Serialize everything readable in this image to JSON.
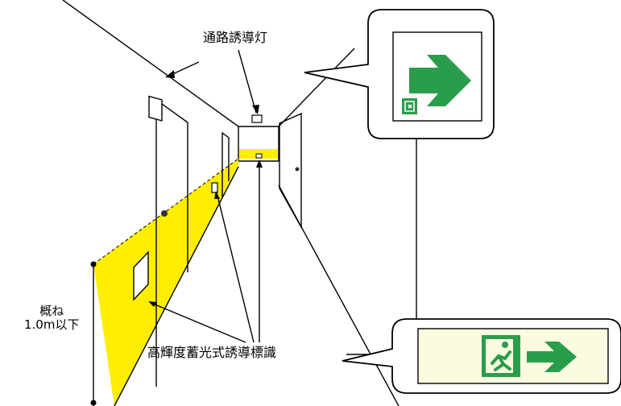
{
  "labels": {
    "aisle_guide_light": "通路誘導灯",
    "luminous_sign": "高輝度蓄光式誘導標識",
    "height_approx": "概ね",
    "height_value": "1.0m以下"
  },
  "colors": {
    "luminous_yellow": "#ffee00",
    "sign_green": "#2a9d4b",
    "sign_panel_bg": "#fbfbe0",
    "line": "#000000"
  },
  "icons": {
    "guide_light_symbol": "arrow-right-icon",
    "luminous_sign_symbol": "running-man-exit-arrow-icon"
  }
}
